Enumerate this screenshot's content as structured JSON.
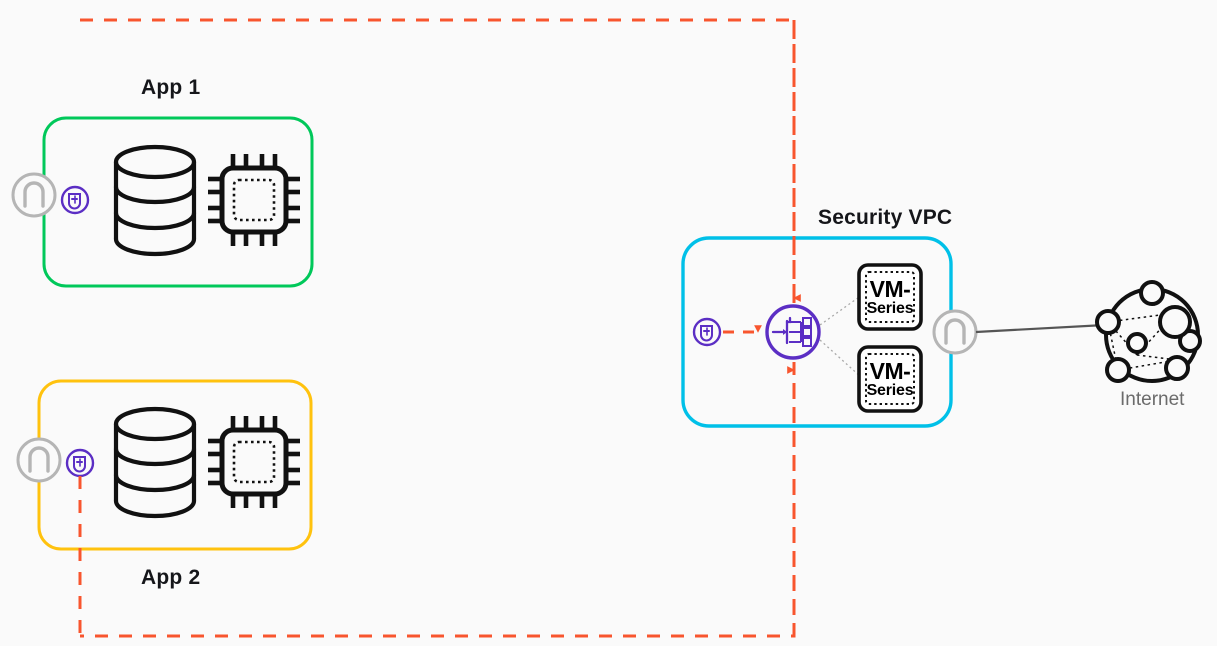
{
  "diagram": {
    "type": "network-architecture",
    "background_color": "#fafafa",
    "title_absent": true
  },
  "colors": {
    "app1_border": "#00c85a",
    "app2_border": "#ffc20e",
    "security_vpc_border": "#00c0e8",
    "traffic_flow": "#f8552e",
    "purple_accent": "#5b2ec4",
    "gateway_gray": "#b5b5b5",
    "icon_black": "#111111",
    "internet_label": "#6b6b6b",
    "dotted_connector": "#a9a9a9",
    "background": "#fafafa"
  },
  "zones": [
    {
      "id": "app1",
      "label": "App 1",
      "label_position": "above",
      "border_color": "#00c85a",
      "components": [
        {
          "name": "database",
          "icon": "database-cylinder-icon"
        },
        {
          "name": "compute",
          "icon": "cpu-chip-icon"
        }
      ],
      "attached_icons": [
        {
          "name": "gateway",
          "icon": "gateway-arch-icon",
          "color": "#b5b5b5"
        },
        {
          "name": "security-endpoint",
          "icon": "shield-endpoint-icon",
          "color": "#5b2ec4"
        }
      ]
    },
    {
      "id": "app2",
      "label": "App 2",
      "label_position": "below",
      "border_color": "#ffc20e",
      "components": [
        {
          "name": "database",
          "icon": "database-cylinder-icon"
        },
        {
          "name": "compute",
          "icon": "cpu-chip-icon"
        }
      ],
      "attached_icons": [
        {
          "name": "gateway",
          "icon": "gateway-arch-icon",
          "color": "#b5b5b5"
        },
        {
          "name": "security-endpoint",
          "icon": "shield-endpoint-icon",
          "color": "#5b2ec4"
        }
      ]
    },
    {
      "id": "security-vpc",
      "label": "Security VPC",
      "label_position": "above",
      "border_color": "#00c0e8",
      "components": [
        {
          "name": "load-balancer",
          "icon": "load-balancer-icon",
          "color": "#5b2ec4"
        },
        {
          "name": "firewall-1",
          "icon": "vm-series-box",
          "line1": "VM-",
          "line2": "Series"
        },
        {
          "name": "firewall-2",
          "icon": "vm-series-box",
          "line1": "VM-",
          "line2": "Series"
        }
      ],
      "attached_icons": [
        {
          "name": "security-endpoint",
          "icon": "shield-endpoint-icon",
          "color": "#5b2ec4"
        },
        {
          "name": "gateway",
          "icon": "gateway-arch-icon",
          "color": "#b5b5b5"
        }
      ]
    }
  ],
  "external": {
    "internet": {
      "label": "Internet",
      "icon": "internet-globe-icon"
    }
  },
  "connections": [
    {
      "from": "app1-endpoint",
      "to": "traffic-bus",
      "style": "dashed",
      "color": "#f8552e"
    },
    {
      "from": "app2-endpoint",
      "to": "traffic-bus",
      "style": "dashed",
      "color": "#f8552e"
    },
    {
      "from": "traffic-bus",
      "to": "load-balancer",
      "style": "dashed-arrow-down",
      "color": "#f8552e"
    },
    {
      "from": "traffic-bus-bottom",
      "to": "load-balancer",
      "style": "dashed-arrow-up",
      "color": "#f8552e"
    },
    {
      "from": "vpc-endpoint",
      "to": "load-balancer",
      "style": "dashed-arrow-right",
      "color": "#f8552e"
    },
    {
      "from": "load-balancer",
      "to": "firewall-1",
      "style": "dotted",
      "color": "#a9a9a9"
    },
    {
      "from": "load-balancer",
      "to": "firewall-2",
      "style": "dotted",
      "color": "#a9a9a9"
    },
    {
      "from": "vpc-gateway",
      "to": "internet",
      "style": "solid",
      "color": "#555555"
    }
  ],
  "vm_series": {
    "line1": "VM-",
    "line2": "Series"
  }
}
